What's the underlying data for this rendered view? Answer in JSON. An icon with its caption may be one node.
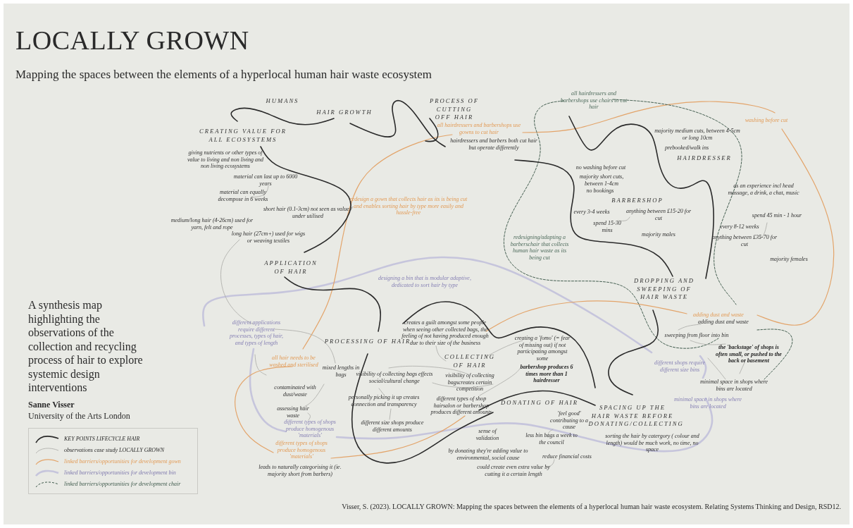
{
  "diagram": {
    "title": "LOCALLY GROWN",
    "caption": "Visser, S. (2023). LOCALLY GROWN: Mapping the spaces between the elements of a hyperlocal human hair waste ecosystem. Relating Systems Thinking and Design, RSD12.",
    "labels": [
      "Mapping the spaces between the elements of a hyperlocal human hair waste ecosystem",
      "A synthesis map highlighting the observations of the collection and recycling process of hair to explore systemic design interventions",
      "Sanne Visser",
      "University of the Arts London",
      "HUMANS",
      "HAIR GROWTH",
      "CREATING VALUE FOR ALL ECOSYSTEMS",
      "giving nutrients or other types of value to living and non living and non living ecosystems",
      "material can last up to 6000 years",
      "material can equally decompose in 6 weeks",
      "short hair (0.1-3cm) not seen as value / under utilised",
      "medium/long hair (4-26cm) used for yarn, felt and rope",
      "long hair (27cm+) used for wigs or weaving textiles",
      "PROCESS OF CUTTING OFF HAIR",
      "all hairdressers and barbershops use gowns to cut hair",
      "hairdressers and barbers both cut hair but operate differently",
      "all hairdressers and barbershops use chairs to cut hair",
      "redesign a gown that collects hair as its is being cut and enables sorting hair by type more easily and hassle-free",
      "majority medium cuts, between 4-5cm or long 10cm",
      "prebooked/walk ins",
      "washing before cut",
      "HAIRDRESSER",
      "no washing before cut",
      "majority short cuts, between 1-4cm",
      "no bookings",
      "BARBERSHOP",
      "every 3-4 weeks",
      "anything between £15-20 for cut",
      "spend 15-30 mins",
      "majority males",
      "redesigning/adapting a barberschair that collects human hair waste as its being cut",
      "as an experience incl head massage, a drink, a chat, music",
      "spend 45 min - 1 hour",
      "every 8-12 weeks",
      "anything between £35-70 for cut",
      "majority females",
      "APPLICATION OF HAIR",
      "designing a bin that is modular adaptive, dedicated to sort hair by type",
      "DROPPING AND SWEEPING OF HAIR WASTE",
      "different applications require different processes, types of hair, and types of length",
      "PROCESSING OF HAIR",
      "creates a guilt amongst some people when seeing other collected bags, the feeling of not having produced enough due to their size of the business",
      "COLLECTING OF HAIR",
      "all hair needs to be washed and sterilised",
      "mixed lengths in bags",
      "visibility of collecting bags effects social/cultural change",
      "visibility of collecting bagscreates certain competition",
      "contaminated with dust/waste",
      "personally picking it up creates connection and transparency",
      "different types of shop hairsalon or barbershop produces different amounts",
      "assessing hair waste",
      "different size shops produce different amounts",
      "different types of shops produce homogenous 'materials'",
      "different types of shops produce homogenous 'materials'",
      "leads to naturally categorising it (ie. majority short from barbers)",
      "creating a 'fomo' (= fear of missing out) if not participating amongst some",
      "barbershop produces 6 times more than 1 hairdresser",
      "adding dust and waste",
      "adding dust and waste",
      "sweeping from floor into bin",
      "the 'backstage' of shops is often small, or pushed to the back or basement",
      "different shops require different size bins",
      "minimal space in shops where bins are located",
      "DONATING OF HAIR",
      "SPACING UP THE HAIR WASTE BEFORE DONATING/COLLECTING",
      "minimal space in shops where bins are located",
      "'feel good' contributing to a cause",
      "sense of validation",
      "less bin bags a week to the council",
      "sorting the hair by catergory ( colour and length) would be much work, no time, no space",
      "by donating they're adding value to environmental, social cause",
      "reduce financial  costs",
      "could create even extra value by cutting it a certain length"
    ],
    "legend": [
      {
        "text": "KEY POINTS LIFECYCLE HAIR"
      },
      {
        "text": "observations case study LOCALLY GROWN"
      },
      {
        "text": "linked barriers/opportunities for development gown"
      },
      {
        "text": "linked barriers/opportunities for development bin"
      },
      {
        "text": "linked barriers/opportunities for development chair"
      }
    ]
  }
}
